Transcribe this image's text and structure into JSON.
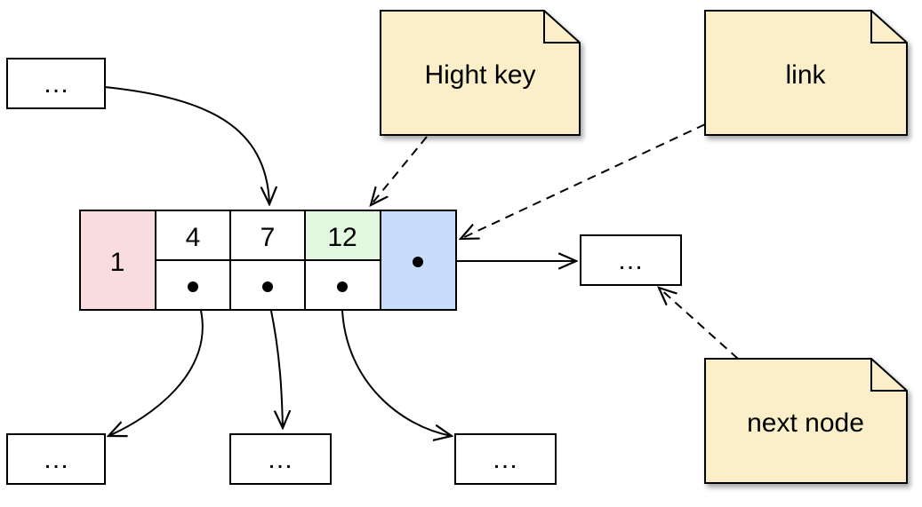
{
  "colors": {
    "level_cell": "#f9dcdd",
    "high_key_cell": "#e2f7df",
    "link_cell": "#c8dcfb",
    "note_fill": "#fbefc9",
    "plain": "#ffffff",
    "stroke": "#000000"
  },
  "node": {
    "level": "1",
    "keys": [
      "4",
      "7",
      "12"
    ],
    "pointer_icon": "filled-dot"
  },
  "boxes": {
    "top_left": "…",
    "next": "…",
    "child_1": "…",
    "child_2": "…",
    "child_3": "…"
  },
  "notes": {
    "high_key": "Hight key",
    "link": "link",
    "next_node": "next node"
  }
}
